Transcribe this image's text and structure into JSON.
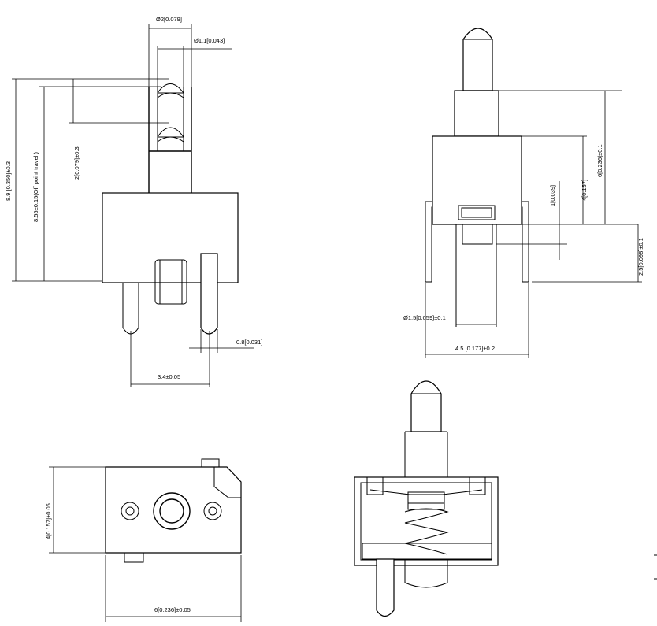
{
  "dimensions": {
    "pin_dia_outer": "Ø2[0.079]",
    "pin_dia_inner": "Ø1.1[0.043]",
    "overall_height": "8.9 [0.350]±0.3",
    "off_point": "8.55±0.15(Off point travel )",
    "travel": "2[0.079]±0.3",
    "terminal_width": "0.8[0.031]",
    "terminal_pitch": "3.4±0.05",
    "plunger_top": "6[0.236]±0.1",
    "body_height": "4[0.157]",
    "step": "1[0.039]",
    "bottom_offset": "2.5[0.098]±0.1",
    "boss_dia": "Ø1.5[0.059]±0.1",
    "leg_span": "4.5 [0.177]±0.2",
    "bottom_height": "4[0.157]±0.05",
    "bottom_width": "6[0.236]±0.05"
  }
}
